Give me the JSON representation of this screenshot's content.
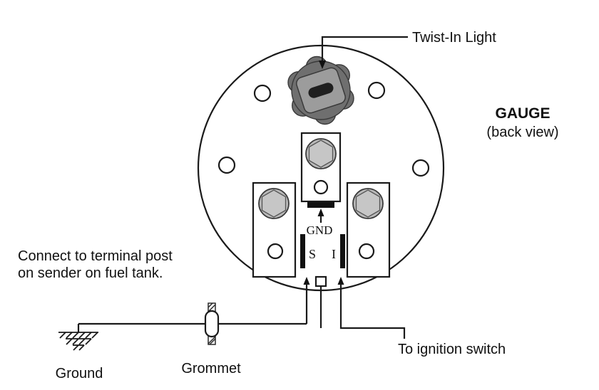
{
  "diagram": {
    "title": "GAUGE",
    "subtitle": "(back view)",
    "labels": {
      "twist_in_light": "Twist-In Light",
      "sender_line1": "Connect to terminal post",
      "sender_line2": "on sender on fuel tank.",
      "ground": "Ground",
      "grommet": "Grommet",
      "ignition": "To ignition switch",
      "gnd_terminal": "GND",
      "sender_terminal": "S",
      "ignition_terminal": "I"
    },
    "colors": {
      "line": "#1a1a1a",
      "socket_dark": "#6f6f6f",
      "socket_mid": "#9c9c9c",
      "slot_dark": "#1f1f1f",
      "nut_fill": "#b9b9b9",
      "background": "#ffffff"
    }
  }
}
